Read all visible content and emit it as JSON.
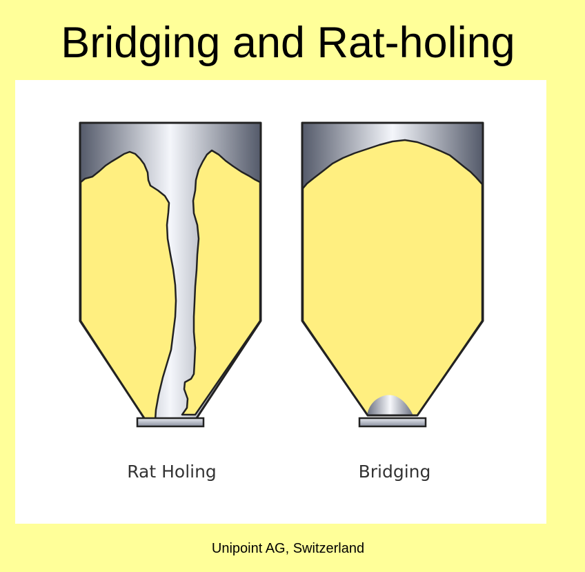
{
  "slide": {
    "title": "Bridging and Rat-holing",
    "caption": "Unipoint AG, Switzerland"
  },
  "figure": {
    "left_label": "Rat Holing",
    "right_label": "Bridging"
  },
  "colors": {
    "background": "#ffff99",
    "powder": "#ffef80",
    "metal_dark": "#5a6070",
    "metal_light": "#f4f6fb",
    "outline": "#222222"
  }
}
